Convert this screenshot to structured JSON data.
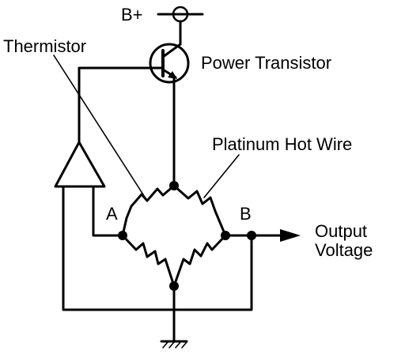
{
  "labels": {
    "supply": "B+",
    "thermistor": "Thermistor",
    "power_transistor": "Power Transistor",
    "platinum_hot_wire": "Platinum Hot Wire",
    "node_a": "A",
    "node_b": "B",
    "output_line1": "Output",
    "output_line2": "Voltage"
  },
  "colors": {
    "ink": "#000000",
    "background": "#ffffff"
  },
  "icons": [
    "battery-terminal-icon",
    "transistor-icon",
    "op-amp-icon",
    "ground-icon",
    "arrow-icon"
  ]
}
